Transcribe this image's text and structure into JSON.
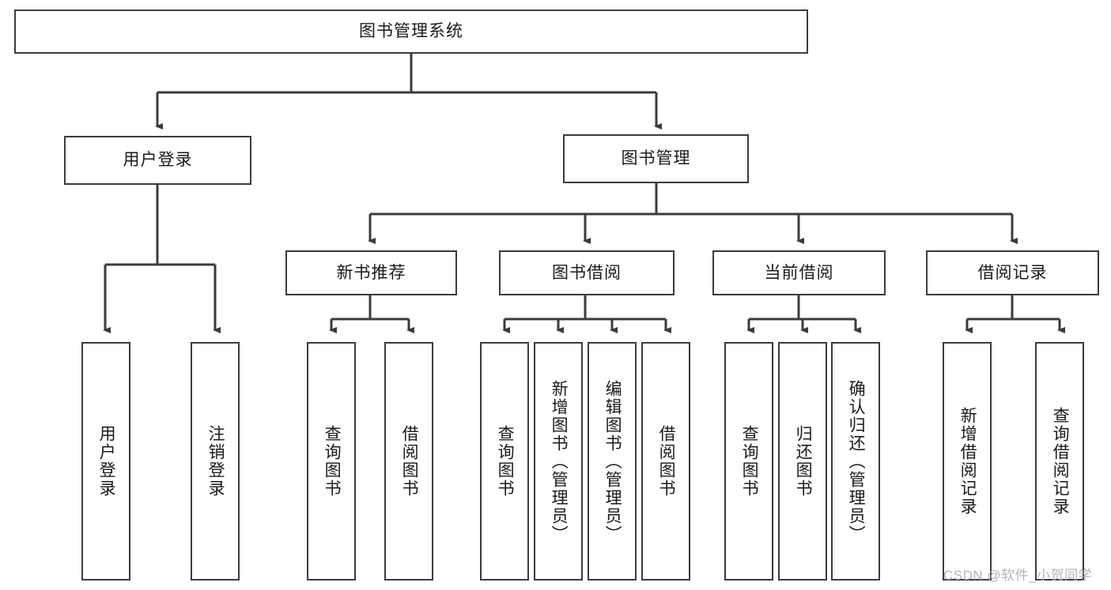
{
  "diagram": {
    "type": "hierarchy-tree",
    "title": "图书管理系统",
    "root": {
      "id": "root",
      "label": "图书管理系统"
    },
    "level2": [
      {
        "id": "user-login",
        "label": "用户登录"
      },
      {
        "id": "book-management",
        "label": "图书管理"
      }
    ],
    "level3": [
      {
        "id": "new-book-recommend",
        "label": "新书推荐",
        "parent": "book-management"
      },
      {
        "id": "book-borrow",
        "label": "图书借阅",
        "parent": "book-management"
      },
      {
        "id": "current-borrow",
        "label": "当前借阅",
        "parent": "book-management"
      },
      {
        "id": "borrow-record",
        "label": "借阅记录",
        "parent": "book-management"
      }
    ],
    "leaves": [
      {
        "id": "leaf-user-login",
        "label": "用户登录",
        "parent": "user-login"
      },
      {
        "id": "leaf-logout-login",
        "label": "注销登录",
        "parent": "user-login"
      },
      {
        "id": "leaf-query-book-1",
        "label": "查询图书",
        "parent": "new-book-recommend"
      },
      {
        "id": "leaf-borrow-book-1",
        "label": "借阅图书",
        "parent": "new-book-recommend"
      },
      {
        "id": "leaf-query-book-2",
        "label": "查询图书",
        "parent": "book-borrow"
      },
      {
        "id": "leaf-add-book",
        "label": "新增图书（管理员）",
        "parent": "book-borrow"
      },
      {
        "id": "leaf-edit-book",
        "label": "编辑图书（管理员）",
        "parent": "book-borrow"
      },
      {
        "id": "leaf-borrow-book-2",
        "label": "借阅图书",
        "parent": "book-borrow"
      },
      {
        "id": "leaf-query-book-3",
        "label": "查询图书",
        "parent": "current-borrow"
      },
      {
        "id": "leaf-return-book",
        "label": "归还图书",
        "parent": "current-borrow"
      },
      {
        "id": "leaf-confirm-return",
        "label": "确认归还（管理员）",
        "parent": "current-borrow"
      },
      {
        "id": "leaf-add-record",
        "label": "新增借阅记录",
        "parent": "borrow-record"
      },
      {
        "id": "leaf-query-record",
        "label": "查询借阅记录",
        "parent": "borrow-record"
      }
    ]
  },
  "watermark": {
    "text": "CSDN @软件_小贺同学"
  },
  "colors": {
    "stroke": "#3b3b3b",
    "fill": "#ffffff",
    "text": "#1a1a1a",
    "watermark": "#b4b4b4"
  }
}
